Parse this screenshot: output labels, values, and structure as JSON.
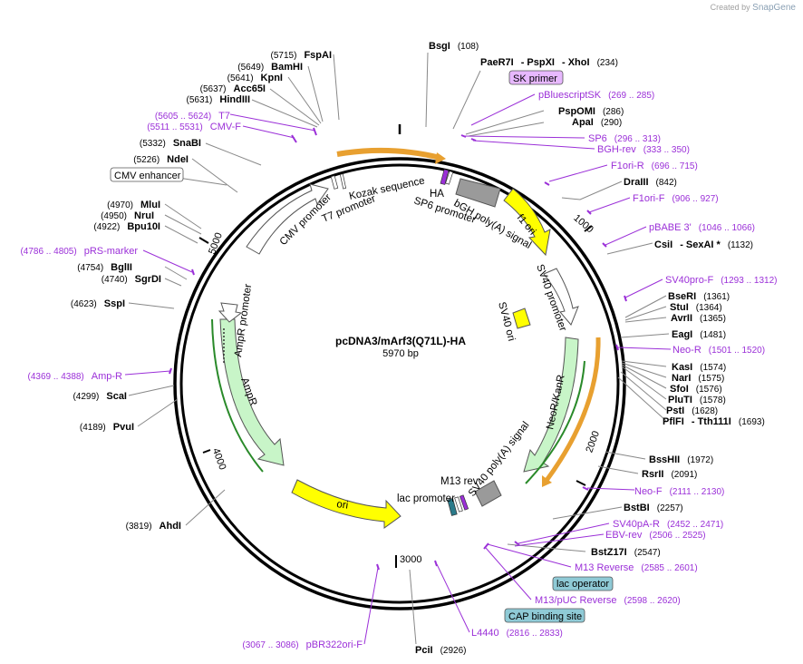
{
  "brand": {
    "created_by": "Created by",
    "name": "SnapGene"
  },
  "plasmid": {
    "name": "pcDNA3/mArf3(Q71L)-HA",
    "length_label": "5970 bp",
    "length": 5970
  },
  "ticks": [
    "1000",
    "2000",
    "3000",
    "4000",
    "5000"
  ],
  "enzymes": {
    "BsgI": "BsgI",
    "BsgI_pos": "(108)",
    "PaeR7I": "PaeR7I",
    "PspXI": "- PspXI",
    "XhoI": "- XhoI",
    "XhoI_pos": "(234)",
    "PspOMI": "PspOMI",
    "PspOMI_pos": "(286)",
    "ApaI": "ApaI",
    "ApaI_pos": "(290)",
    "DraIII": "DraIII",
    "DraIII_pos": "(842)",
    "CsiI": "CsiI",
    "SexAI": "- SexAI *",
    "SexAI_pos": "(1132)",
    "BseRI": "BseRI",
    "BseRI_pos": "(1361)",
    "StuI": "StuI",
    "StuI_pos": "(1364)",
    "AvrII": "AvrII",
    "AvrII_pos": "(1365)",
    "EagI": "EagI",
    "EagI_pos": "(1481)",
    "KasI": "KasI",
    "KasI_pos": "(1574)",
    "NarI": "NarI",
    "NarI_pos": "(1575)",
    "SfoI": "SfoI",
    "SfoI_pos": "(1576)",
    "PluTI": "PluTI",
    "PluTI_pos": "(1578)",
    "PstI": "PstI",
    "PstI_pos": "(1628)",
    "PflFI": "PflFI",
    "Tth111I": "- Tth111I",
    "Tth111I_pos": "(1693)",
    "BssHII": "BssHII",
    "BssHII_pos": "(1972)",
    "RsrII": "RsrII",
    "RsrII_pos": "(2091)",
    "BstBI": "BstBI",
    "BstBI_pos": "(2257)",
    "BstZ17I": "BstZ17I",
    "BstZ17I_pos": "(2547)",
    "PciI": "PciI",
    "PciI_pos": "(2926)",
    "AhdI": "AhdI",
    "AhdI_pos": "(3819)",
    "PvuI": "PvuI",
    "PvuI_pos": "(4189)",
    "ScaI": "ScaI",
    "ScaI_pos": "(4299)",
    "SspI": "SspI",
    "SspI_pos": "(4623)",
    "SgrDI": "SgrDI",
    "SgrDI_pos": "(4740)",
    "BglII": "BglII",
    "BglII_pos": "(4754)",
    "Bpu10I": "Bpu10I",
    "Bpu10I_pos": "(4922)",
    "NruI": "NruI",
    "NruI_pos": "(4950)",
    "MluI": "MluI",
    "MluI_pos": "(4970)",
    "NdeI": "NdeI",
    "NdeI_pos": "(5226)",
    "SnaBI": "SnaBI",
    "SnaBI_pos": "(5332)",
    "HindIII": "HindIII",
    "HindIII_pos": "(5631)",
    "Acc65I": "Acc65I",
    "Acc65I_pos": "(5637)",
    "KpnI": "KpnI",
    "KpnI_pos": "(5641)",
    "BamHI": "BamHI",
    "BamHI_pos": "(5649)",
    "FspAI": "FspAI",
    "FspAI_pos": "(5715)"
  },
  "primers": {
    "pBluescriptSK": "pBluescriptSK",
    "pBluescriptSK_pos": "(269 .. 285)",
    "SP6": "SP6",
    "SP6_pos": "(296 .. 313)",
    "BGHrev": "BGH-rev",
    "BGHrev_pos": "(333 .. 350)",
    "F1oriR": "F1ori-R",
    "F1oriR_pos": "(696 .. 715)",
    "F1oriF": "F1ori-F",
    "F1oriF_pos": "(906 .. 927)",
    "pBABE3": "pBABE 3'",
    "pBABE3_pos": "(1046 .. 1066)",
    "SV40proF": "SV40pro-F",
    "SV40proF_pos": "(1293 .. 1312)",
    "NeoR": "Neo-R",
    "NeoR_pos": "(1501 .. 1520)",
    "NeoF": "Neo-F",
    "NeoF_pos": "(2111 .. 2130)",
    "SV40pAR": "SV40pA-R",
    "SV40pAR_pos": "(2452 .. 2471)",
    "EBVrev": "EBV-rev",
    "EBVrev_pos": "(2506 .. 2525)",
    "M13Reverse": "M13 Reverse",
    "M13Reverse_pos": "(2585 .. 2601)",
    "M13pUCReverse": "M13/pUC Reverse",
    "M13pUCReverse_pos": "(2598 .. 2620)",
    "L4440": "L4440",
    "L4440_pos": "(2816 .. 2833)",
    "pBR322oriF": "pBR322ori-F",
    "pBR322oriF_pos": "(3067 .. 3086)",
    "AmpR": "Amp-R",
    "AmpR_pos": "(4369 .. 4388)",
    "pRSmarker": "pRS-marker",
    "pRSmarker_pos": "(4786 .. 4805)",
    "CMVF": "CMV-F",
    "CMVF_pos": "(5511 .. 5531)",
    "T7": "T7",
    "T7_pos": "(5605 .. 5624)"
  },
  "boxed": {
    "SKprimer": "SK primer",
    "lacOperator": "lac operator",
    "CAPsite": "CAP binding site",
    "CMVenhancer": "CMV enhancer"
  },
  "features": {
    "HA": "HA",
    "bGH": "bGH poly(A) signal",
    "SP6promoter": "SP6 promoter",
    "f1ori": "f1 ori",
    "SV40promoter": "SV40 promoter",
    "SV40ori": "SV40 ori",
    "NeoRKanR": "NeoR/KanR",
    "SV40pA": "SV40 poly(A) signal",
    "M13rev": "M13 rev",
    "lacPromoter": "lac promoter",
    "ori": "ori",
    "AmpR": "AmpR",
    "AmpRpromoter": "AmpR promoter",
    "CMVpromoter": "CMV promoter",
    "T7promoter": "T7 promoter",
    "Kozak": "Kozak sequence"
  },
  "colors": {
    "primer": "#9b30d8",
    "backbone": "#000000",
    "ori": "#ffff00",
    "resistance": "#c8f5c8",
    "terminator": "#9a9a9a",
    "orf": "#f5a623"
  }
}
